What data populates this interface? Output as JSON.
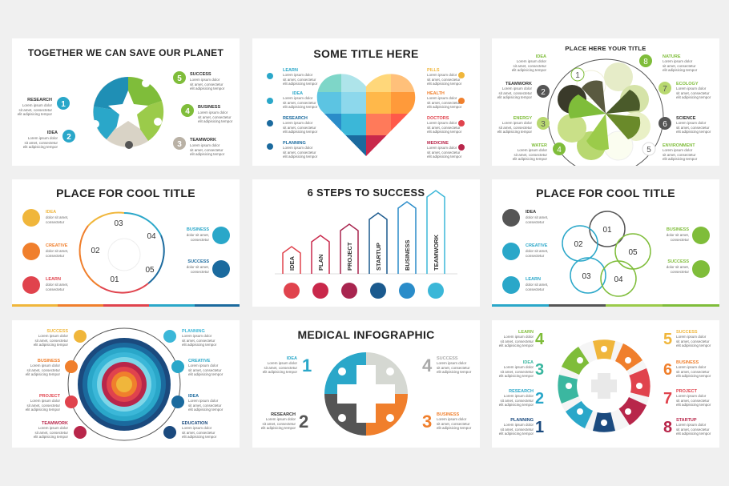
{
  "lorem": "Lorem ipsum dolor\nsit amet, consectetur\nelit adipisicing tempor",
  "lorem2": "dolor sit amet,\nconsectetur",
  "card1": {
    "title": "TOGETHER WE CAN SAVE OUR PLANET",
    "items": [
      {
        "num": "1",
        "label": "RESEARCH",
        "color": "#2aa7c9"
      },
      {
        "num": "2",
        "label": "IDEA",
        "color": "#2aa7c9"
      },
      {
        "num": "3",
        "label": "TEAMWORK",
        "color": "#b9b1a5"
      },
      {
        "num": "4",
        "label": "BUSINESS",
        "color": "#7fbd3a"
      },
      {
        "num": "5",
        "label": "SUCCESS",
        "color": "#7fbd3a"
      }
    ]
  },
  "card2": {
    "title": "SOME TITLE HERE",
    "left": [
      {
        "label": "LEARN",
        "color": "#2aa7c9"
      },
      {
        "label": "IDEA",
        "color": "#2aa7c9"
      },
      {
        "label": "RESEARCH",
        "color": "#1b6a9e"
      },
      {
        "label": "PLANNING",
        "color": "#1b6a9e"
      }
    ],
    "right": [
      {
        "label": "PILLS",
        "color": "#f0b63b"
      },
      {
        "label": "HEALTH",
        "color": "#f07f2c"
      },
      {
        "label": "DOCTORS",
        "color": "#e0434d"
      },
      {
        "label": "MEDICINE",
        "color": "#b8264a"
      }
    ]
  },
  "card3": {
    "title": "PLACE HERE YOUR TITLE",
    "left": [
      {
        "num": "1",
        "label": "IDEA"
      },
      {
        "num": "2",
        "label": "TEAMWORK"
      },
      {
        "num": "3",
        "label": "ENERGY"
      },
      {
        "num": "4",
        "label": "WATER"
      }
    ],
    "right": [
      {
        "num": "8",
        "label": "NATURE"
      },
      {
        "num": "7",
        "label": "ECOLOGY"
      },
      {
        "num": "6",
        "label": "SCIENCE"
      },
      {
        "num": "5",
        "label": "ENVIRONMENT"
      }
    ]
  },
  "card4": {
    "title": "PLACE FOR COOL TITLE",
    "left": [
      {
        "label": "IDEA",
        "color": "#f0b63b"
      },
      {
        "label": "CREATIVE",
        "color": "#f07f2c"
      },
      {
        "label": "LEARN",
        "color": "#e0434d"
      }
    ],
    "right": [
      {
        "label": "BUSINESS",
        "color": "#2aa7c9"
      },
      {
        "label": "SUCCESS",
        "color": "#1b6a9e"
      }
    ],
    "nums": [
      "01",
      "02",
      "03",
      "04",
      "05"
    ]
  },
  "card5": {
    "title": "6 STEPS TO SUCCESS",
    "steps": [
      {
        "label": "IDEA",
        "color": "#e0434d",
        "height": 1
      },
      {
        "label": "PLAN",
        "color": "#c9284b",
        "height": 2
      },
      {
        "label": "PROJECT",
        "color": "#a8254f",
        "height": 3
      },
      {
        "label": "STARTUP",
        "color": "#1b5a8e",
        "height": 4
      },
      {
        "label": "BUSINESS",
        "color": "#2a8cc9",
        "height": 5
      },
      {
        "label": "TEAMWORK",
        "color": "#3bb7d8",
        "height": 6
      }
    ]
  },
  "card6": {
    "title": "PLACE FOR COOL TITLE",
    "left": [
      {
        "label": "IDEA",
        "color": "#555"
      },
      {
        "label": "CREATIVE",
        "color": "#2aa7c9"
      },
      {
        "label": "LEARN",
        "color": "#2aa7c9"
      }
    ],
    "right": [
      {
        "label": "BUSINESS",
        "color": "#7fbd3a"
      },
      {
        "label": "SUCCESS",
        "color": "#7fbd3a"
      }
    ],
    "nums": [
      "01",
      "02",
      "03",
      "04",
      "05"
    ]
  },
  "card7": {
    "left": [
      {
        "label": "SUCCESS",
        "color": "#f0b63b"
      },
      {
        "label": "BUSINESS",
        "color": "#f07f2c"
      },
      {
        "label": "PROJECT",
        "color": "#e0434d"
      },
      {
        "label": "TEAMWORK",
        "color": "#b8264a"
      }
    ],
    "right": [
      {
        "label": "PLANNING",
        "color": "#3bb7d8"
      },
      {
        "label": "CREATIVE",
        "color": "#2aa7c9"
      },
      {
        "label": "IDEA",
        "color": "#1b6a9e"
      },
      {
        "label": "EDUCATION",
        "color": "#1b4a7e"
      }
    ]
  },
  "card8": {
    "title": "MEDICAL INFOGRAPHIC",
    "items": [
      {
        "num": "1",
        "label": "IDEA",
        "color": "#2aa7c9"
      },
      {
        "num": "2",
        "label": "RESEARCH",
        "color": "#555"
      },
      {
        "num": "3",
        "label": "BUSINESS",
        "color": "#f07f2c"
      },
      {
        "num": "4",
        "label": "SUCCESS",
        "color": "#aaa"
      }
    ]
  },
  "card9": {
    "left": [
      {
        "num": "4",
        "label": "LEARN",
        "color": "#7fbd3a"
      },
      {
        "num": "3",
        "label": "IDEA",
        "color": "#3bb7a0"
      },
      {
        "num": "2",
        "label": "RESEARCH",
        "color": "#2aa7c9"
      },
      {
        "num": "1",
        "label": "PLANNING",
        "color": "#1b4a7e"
      }
    ],
    "right": [
      {
        "num": "5",
        "label": "SUCCESS",
        "color": "#f0b63b"
      },
      {
        "num": "6",
        "label": "BUSINESS",
        "color": "#f07f2c"
      },
      {
        "num": "7",
        "label": "PROJECT",
        "color": "#e0434d"
      },
      {
        "num": "8",
        "label": "STARTUP",
        "color": "#b8264a"
      }
    ]
  }
}
